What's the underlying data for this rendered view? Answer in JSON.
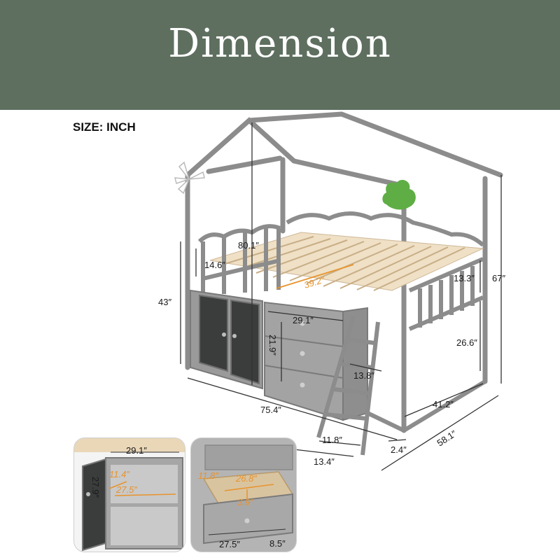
{
  "header": {
    "title": "Dimension",
    "background": "#5e6f5f"
  },
  "size_label": "SIZE: INCH",
  "colors": {
    "frame": "#8c8c8c",
    "frame_dark": "#6f6f6f",
    "slat": "#e9d7b8",
    "accent_leaf": "#5fae45",
    "arrow_orange": "#e8932c"
  },
  "dimensions": {
    "height_total": "80.1″",
    "height_overall": "67″",
    "height_platform": "43″",
    "rail_height": "14.6″",
    "mattress_diag": "39.2″",
    "side_rail": "13.3″",
    "under_clearance": "26.6″",
    "drawer_width": "29.1″",
    "drawer_height": "21.9″",
    "ladder_depth": "13.8″",
    "length": "75.4″",
    "inner_width": "41.2″",
    "width": "58.1″",
    "ladder_width": "11.8″",
    "ladder_base": "13.4″",
    "ladder_offset": "2.4″"
  },
  "inset_cabinet": {
    "width": "29.1″",
    "shelf_depth": "11.4″",
    "shelf_width": "27.5″",
    "height": "27.9″"
  },
  "inset_drawer": {
    "inner_depth": "11.8″",
    "inner_width": "26.8″",
    "inner_height": "3.9″",
    "outer_width": "27.5″",
    "outer_height": "8.5″"
  }
}
